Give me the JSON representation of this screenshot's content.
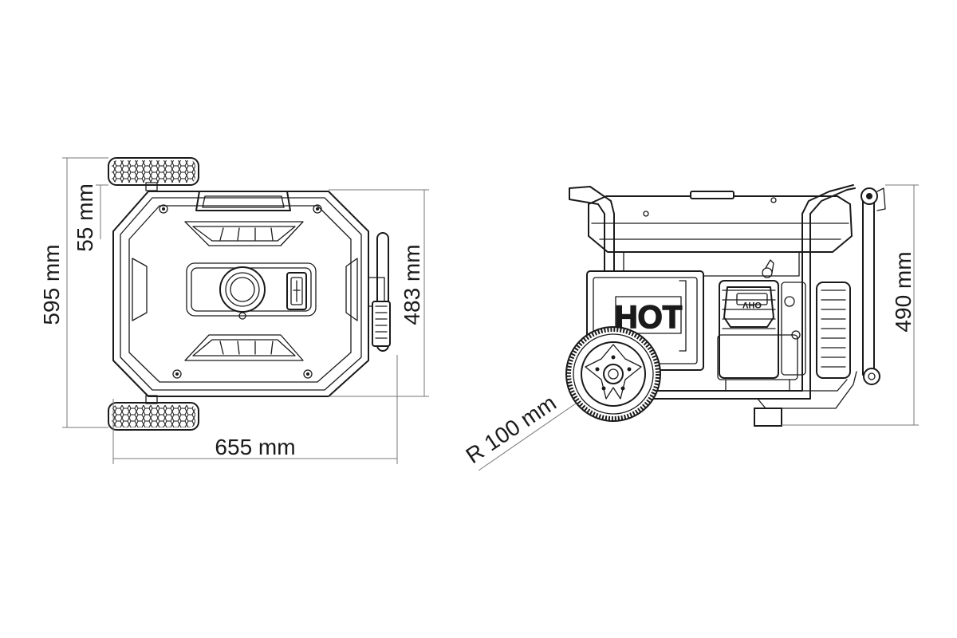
{
  "dimensions": {
    "overall_depth": "595 mm",
    "wheel_offset": "55 mm",
    "body_depth": "483 mm",
    "overall_width": "655 mm",
    "wheel_radius": "R 100 mm",
    "overall_height": "490 mm"
  },
  "engine_labels": {
    "hot_warning": "HOT",
    "ohv_badge": "OHV"
  },
  "colors": {
    "line": "#1a1a1a",
    "dimension_line": "#777777",
    "background": "#ffffff"
  }
}
